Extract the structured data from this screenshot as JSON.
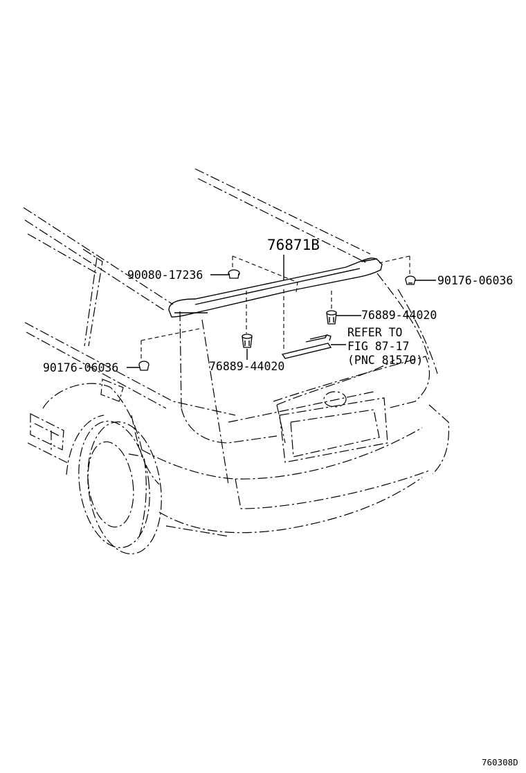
{
  "callouts": {
    "spoiler": "76871B",
    "clip_upper_left": "90080-17236",
    "clip_upper_right": "90176-06036",
    "clip_right": "76889-44020",
    "clip_center": "76889-44020",
    "clip_lower_left": "90176-06036"
  },
  "reference": {
    "line1": "REFER TO",
    "line2": "FIG 87-17",
    "line3": "(PNC 81570)"
  },
  "figure_id": "760308D"
}
